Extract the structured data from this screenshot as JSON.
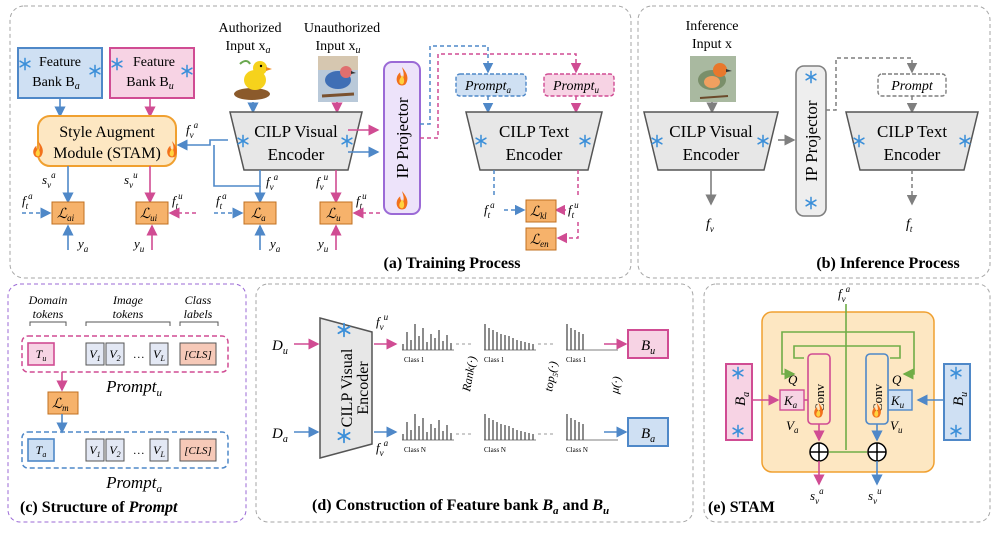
{
  "panels": {
    "a": {
      "caption": "(a) Training Process",
      "feature_bank_a": [
        "Feature",
        "Bank B",
        "a"
      ],
      "feature_bank_u": [
        "Feature",
        "Bank B",
        "u"
      ],
      "authorized_input": [
        "Authorized",
        "Input x",
        "a"
      ],
      "unauthorized_input": [
        "Unauthorized",
        "Input x",
        "u"
      ],
      "stam_box": [
        "Style Augment",
        "Module (STAM)"
      ],
      "visual_encoder": [
        "CILP Visual",
        "Encoder"
      ],
      "ip_projector": "IP Projector",
      "prompt_a": "Prompt",
      "prompt_a_sub": "a",
      "prompt_u": "Prompt",
      "prompt_u_sub": "u",
      "text_encoder": [
        "CILP Text",
        "Encoder"
      ],
      "losses": {
        "ai": "ai",
        "ui": "ui",
        "a": "a",
        "u": "u",
        "kl": "kl",
        "en": "en"
      },
      "symbols": {
        "s": "s",
        "f": "f",
        "y": "y",
        "t": "t",
        "v": "v",
        "L": "ℒ"
      }
    },
    "b": {
      "caption": "(b) Inference Process",
      "inference_input": [
        "Inference",
        "Input x"
      ],
      "visual_encoder": [
        "CILP Visual",
        "Encoder"
      ],
      "ip_projector": "IP Projector",
      "prompt": "Prompt",
      "text_encoder": [
        "CILP Text",
        "Encoder"
      ]
    },
    "c": {
      "caption": "(c) Structure of ",
      "caption_it": "Prompt",
      "domain_tokens": [
        "Domain",
        "tokens"
      ],
      "image_tokens": [
        "Image",
        "tokens"
      ],
      "class_labels": [
        "Class",
        "labels"
      ],
      "tokens_u": [
        "T",
        "V",
        "V",
        "…",
        "V",
        "[CLS]"
      ],
      "tokens_a": [
        "T",
        "V",
        "V",
        "…",
        "V",
        "[CLS]"
      ],
      "token_subs": [
        "",
        "1",
        "2",
        "",
        "L",
        ""
      ],
      "prompt_u": "Prompt",
      "prompt_a": "Prompt",
      "l_m": "m"
    },
    "d": {
      "caption": "(d) Construction of Feature bank ",
      "caption_tail": " and ",
      "d_u": "D",
      "d_a": "D",
      "encoder": [
        "CILP Visual",
        "Encoder"
      ],
      "class_first": "Class 1",
      "class_last": "Class N",
      "ops": [
        "Rank(·)",
        "top",
        "μ(·)"
      ],
      "ops_sub": "5",
      "ops_tail": "(·)",
      "bank_u": "B",
      "bank_a": "B"
    },
    "e": {
      "caption": "(e) STAM",
      "conv": "Conv",
      "q": "Q",
      "k_a": "K",
      "v_a": "V",
      "k_u": "K",
      "v_u": "V",
      "bank_a": "B",
      "bank_u": "B"
    }
  },
  "colors": {
    "blue": "#4f88c8",
    "pink": "#d04c93",
    "orange_fill": "#f6b26b",
    "cream": "#fde7c2",
    "feature_blue_fill": "#cfe0f3",
    "feature_pink_fill": "#f7d3e4",
    "green": "#70ad47",
    "purple_border": "#9b6ad6",
    "gray": "#7f7f7f",
    "encoder_fill": "#e7e7e7"
  },
  "icons": [
    "snowflake-icon",
    "flame-icon",
    "bird-image-icon",
    "sun-icon"
  ]
}
